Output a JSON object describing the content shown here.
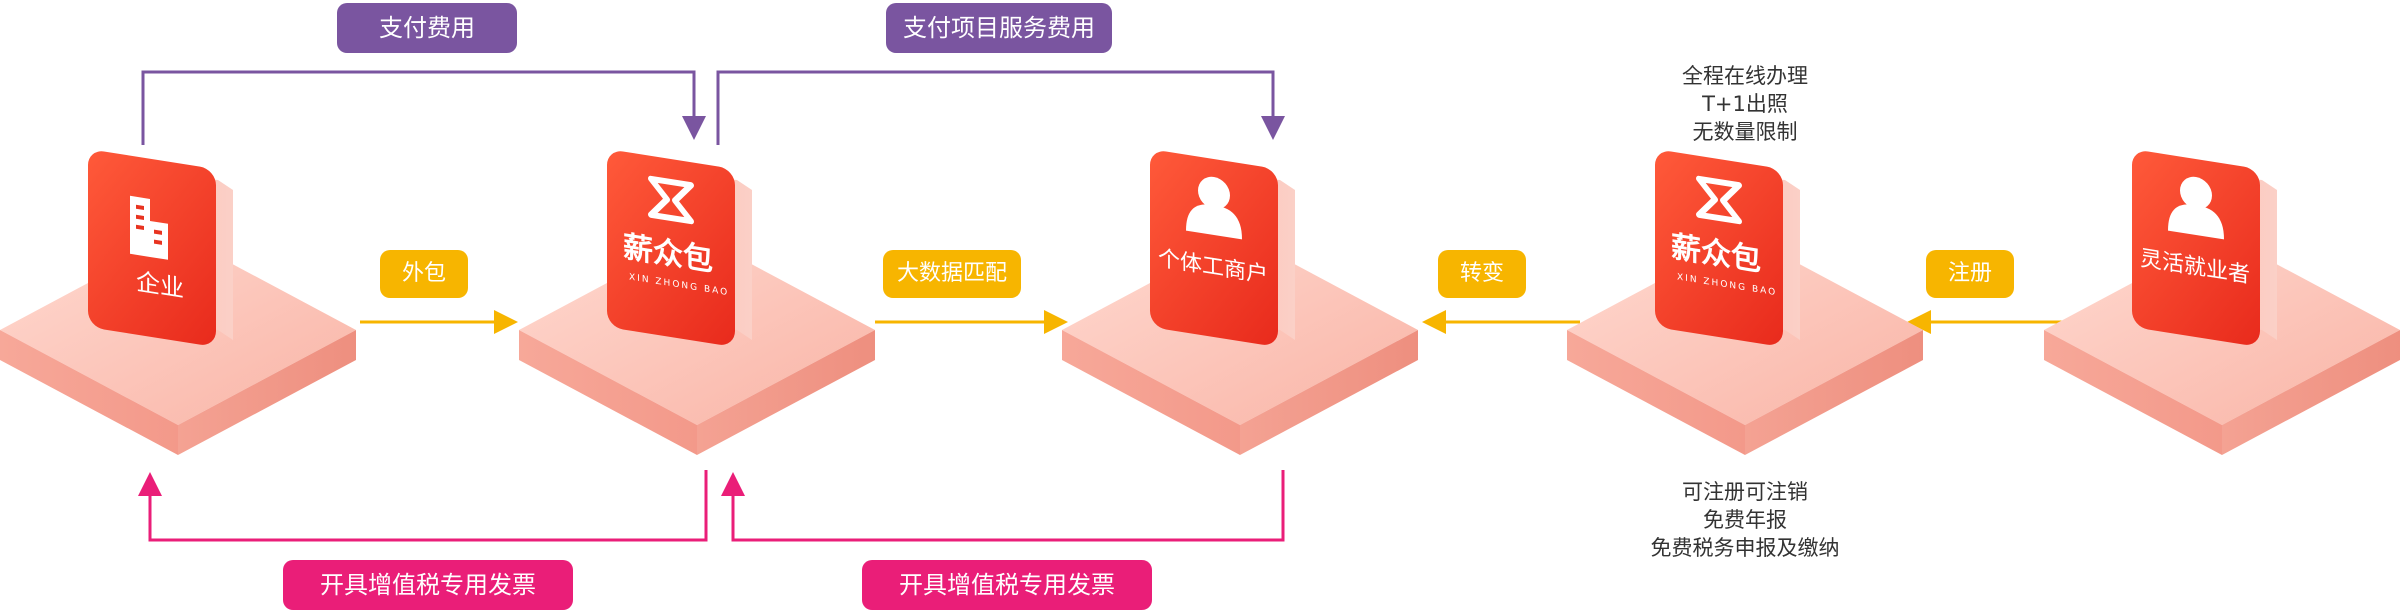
{
  "nodes": [
    {
      "id": "enterprise",
      "label": "企业",
      "icon": "building-icon"
    },
    {
      "id": "platform-1",
      "label": "薪众包",
      "subtitle": "XIN ZHONG BAO",
      "icon": "xinzhongbao-logo-icon"
    },
    {
      "id": "individual-business",
      "label": "个体工商户",
      "icon": "person-icon"
    },
    {
      "id": "platform-2",
      "label": "薪众包",
      "subtitle": "XIN ZHONG BAO",
      "icon": "xinzhongbao-logo-icon"
    },
    {
      "id": "freelancer",
      "label": "灵活就业者",
      "icon": "person-icon"
    }
  ],
  "top_flows": [
    {
      "label": "支付费用",
      "from": "enterprise",
      "to": "platform-1"
    },
    {
      "label": "支付项目服务费用",
      "from": "platform-1",
      "to": "individual-business"
    }
  ],
  "bottom_flows": [
    {
      "label": "开具增值税专用发票",
      "from": "platform-1",
      "to": "enterprise"
    },
    {
      "label": "开具增值税专用发票",
      "from": "individual-business",
      "to": "platform-1"
    }
  ],
  "middle_flows": [
    {
      "label": "外包",
      "from": "enterprise",
      "to": "platform-1"
    },
    {
      "label": "大数据匹配",
      "from": "platform-1",
      "to": "individual-business"
    },
    {
      "label": "转变",
      "from": "platform-2",
      "to": "individual-business"
    },
    {
      "label": "注册",
      "from": "freelancer",
      "to": "platform-2"
    }
  ],
  "notes_top": [
    "全程在线办理",
    "T+1出照",
    "无数量限制"
  ],
  "notes_bottom": [
    "可注册可注销",
    "免费年报",
    "免费税务申报及缴纳"
  ],
  "colors": {
    "purple": "#7a55a0",
    "pink": "#ea1e78",
    "yellow": "#f7b500",
    "red": "#f23a22",
    "tile": "#fbc3b8"
  }
}
